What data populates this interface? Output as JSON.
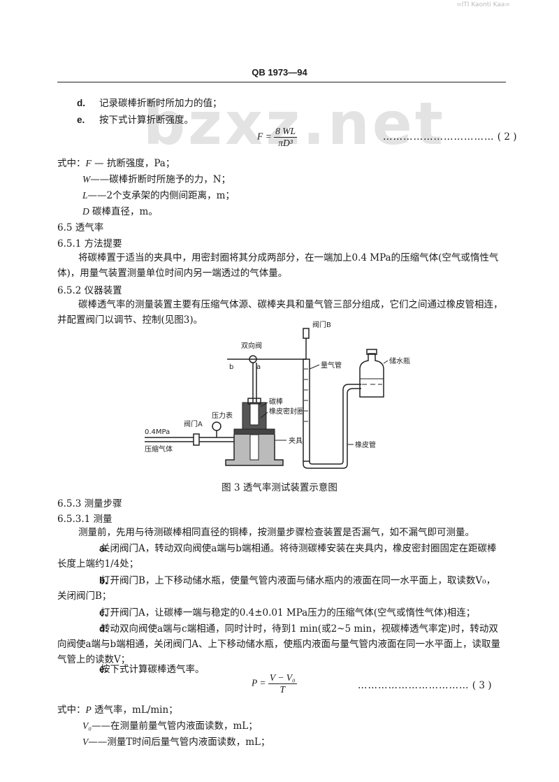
{
  "page": {
    "top_mark": "=ITI Kaonti Kaa=",
    "header": "QB 1973—94",
    "watermark": "bzxz.net",
    "items_top": [
      {
        "label": "d.",
        "text": "记录碳棒折断时所加力的值；"
      },
      {
        "label": "e.",
        "text": "按下式计算折断强度。"
      }
    ],
    "eq2": {
      "lhs": "F =",
      "num": "8 WL",
      "den": "πD³",
      "dots": "……………………………",
      "no": "( 2 )"
    },
    "where2_intro": "式中：",
    "where2": [
      {
        "sym": "F",
        "text": " —  抗断强度，Pa；"
      },
      {
        "sym": "W",
        "text": "——碳棒折断时所施予的力，N；"
      },
      {
        "sym": "L",
        "text": "——2个支承架的内侧间距离，m；"
      },
      {
        "sym": "D",
        "text": "    碳棒直径，m。"
      }
    ],
    "s65": "6.5   透气率",
    "s651": "6.5.1   方法提要",
    "p651": "将碳棒置于适当的夹具中，用密封圈将其分成两部分，在一端加上0.4 MPa的压缩气体(空气或惰性气体)，用量气装置测量单位时间内另一端透过的气体量。",
    "s652": "6.5.2   仪器装置",
    "p652": "碳棒透气率的测量装置主要有压缩气体源、碳棒夹具和量气管三部分组成，它们之间通过橡皮管相连，并配置阀门以调节、控制(见图3)。",
    "figure": {
      "valve_b": "阀门B",
      "two_way": "双向阀",
      "b": "b",
      "a": "a",
      "gas_tube": "量气管",
      "bottle": "储水瓶",
      "rod": "碳棒",
      "seal": "橡皮密封圈",
      "pressure_in": "0.4MPa",
      "compressed": "压缩气体",
      "valve_a": "阀门A",
      "gauge": "压力表",
      "clamp": "夹具",
      "hose": "橡皮管"
    },
    "caption": "图 3   透气率测试装置示意图",
    "s653": "6.5.3   测量步骤",
    "s6531": "6.5.3.1   测量",
    "p6531": "测量前，先用与待测碳棒相同直径的铜棒，按测量步骤检查装置是否漏气，如不漏气即可测量。",
    "steps": [
      {
        "label": "a.",
        "text": "关闭阀门A，转动双向阀使a端与b端相通。将待测碳棒安装在夹具内，橡皮密封圈固定在距碳棒长度上端约1/4处；"
      },
      {
        "label": "b.",
        "text": "打开阀门B，上下移动储水瓶，使量气管内液面与储水瓶内的液面在同一水平面上，取读数V₀，关闭阀门B；"
      },
      {
        "label": "c.",
        "text": "打开阀门A，让碳棒一端与稳定的0.4±0.01 MPa压力的压缩气体(空气或惰性气体)相连；"
      },
      {
        "label": "d.",
        "text": "转动双向阀使a端与c端相通，同时计时，待到1 min(或2~5 min，视碳棒透气率定)时，转动双向阀使a端与b端相通，关闭阀门A、上下移动储水瓶，使瓶内液面与量气管内液面在同一水平面上，读取量气管上的读数V；"
      },
      {
        "label": "e.",
        "text": "按下式计算碳棒透气率。"
      }
    ],
    "eq3": {
      "lhs": "P =",
      "num": "V − V₀",
      "den": "T",
      "dots": "……………………………",
      "no": "( 3 )"
    },
    "where3_intro": "式中：",
    "where3": [
      {
        "sym": "P",
        "text": "    透气率，mL/min；"
      },
      {
        "sym": "V₀",
        "text": "——在测量前量气管内液面读数，mL；"
      },
      {
        "sym": "V",
        "text": "——测量T时间后量气管内液面读数，mL；"
      }
    ]
  }
}
